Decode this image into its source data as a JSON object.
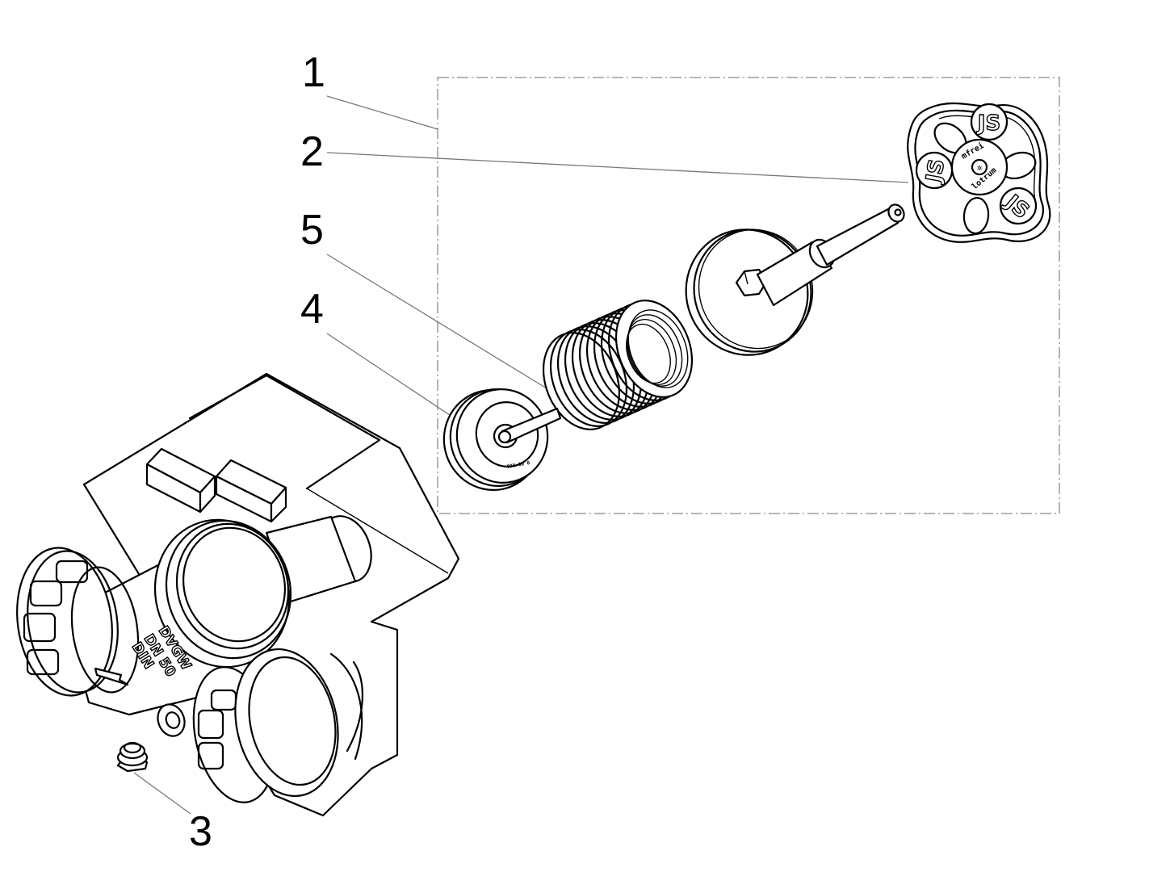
{
  "diagram": {
    "type": "exploded-parts-view",
    "subject": "valve assembly",
    "callouts": [
      {
        "id": "1",
        "label": "1",
        "refers_to": "upper-part-assembly-frame"
      },
      {
        "id": "2",
        "label": "2",
        "refers_to": "handwheel"
      },
      {
        "id": "3",
        "label": "3",
        "refers_to": "plug-screw"
      },
      {
        "id": "4",
        "label": "4",
        "refers_to": "valve-disc"
      },
      {
        "id": "5",
        "label": "5",
        "refers_to": "spring"
      }
    ],
    "parts": {
      "handwheel": {
        "logo": "JS",
        "hub_text_upper": "mfrei",
        "hub_text_lower": "lotrum"
      },
      "valve_disc": {
        "marking": "000 00 0"
      },
      "body": {
        "markings": [
          "DVGW",
          "DN 50",
          "DIN"
        ]
      }
    }
  }
}
